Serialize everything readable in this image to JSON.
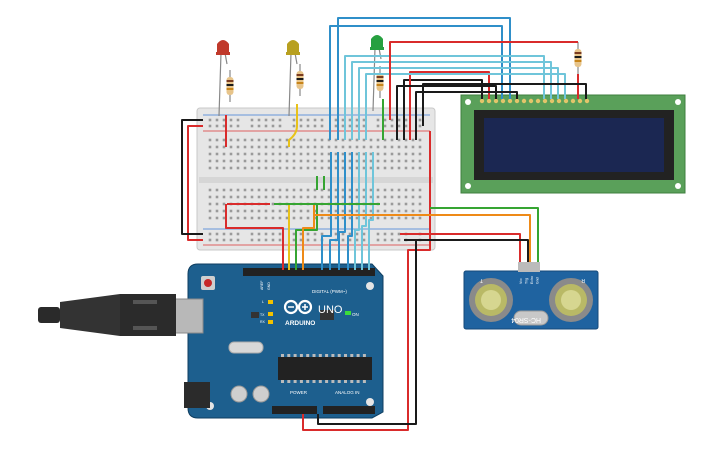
{
  "arduino": {
    "brand": "ARDUINO",
    "model": "UNO",
    "on_label": "ON",
    "digital_label": "DIGITAL (PWM~)",
    "power_label": "POWER",
    "analog_label": "ANALOG IN",
    "tx_label": "TX",
    "rx_label": "RX",
    "l_label": "L",
    "aref_label": "AREF",
    "gnd_label": "GND",
    "color": "#1d5f8e"
  },
  "sensor": {
    "label": "HC-SR04",
    "left_mark": "T",
    "right_mark": "R",
    "pins": [
      "Vcc",
      "Trig",
      "Echo",
      "Gnd"
    ],
    "color": "#1f63a0"
  },
  "lcd": {
    "board_color": "#5aa05a",
    "screen_color": "#1b2752"
  },
  "leds": [
    {
      "name": "red",
      "color": "#c0392b"
    },
    {
      "name": "yellow",
      "color": "#b8a020"
    },
    {
      "name": "green",
      "color": "#27a040"
    }
  ],
  "wire_colors": {
    "red": "#d92b2b",
    "black": "#1a1a1a",
    "yellow": "#e8c21a",
    "green": "#36a532",
    "orange": "#ee8a18",
    "blue": "#2f8fc9",
    "cyan": "#6fc5da"
  }
}
